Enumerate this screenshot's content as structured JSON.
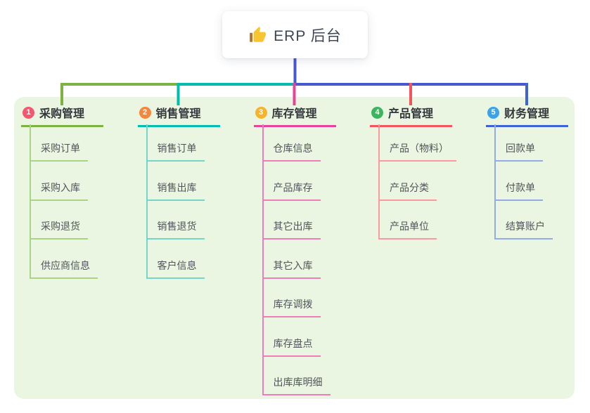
{
  "root": {
    "title": "ERP 后台",
    "icon": "thumbs-up-icon"
  },
  "colors": {
    "connector": "#4858d0",
    "panel_background": "#eaf6e2",
    "header_text": "#34383c",
    "child_text": "#50555a"
  },
  "branches": [
    {
      "index": "1",
      "label": "采购管理",
      "color": "#7cb342",
      "light_color": "#a9d483",
      "badge_color": "#f4586e",
      "children": [
        "采购订单",
        "采购入库",
        "采购退货",
        "供应商信息"
      ]
    },
    {
      "index": "2",
      "label": "销售管理",
      "color": "#00bdae",
      "light_color": "#74d5c8",
      "badge_color": "#f6863c",
      "children": [
        "销售订单",
        "销售出库",
        "销售退货",
        "客户信息"
      ]
    },
    {
      "index": "3",
      "label": "库存管理",
      "color": "#e8439a",
      "light_color": "#ef7dbc",
      "badge_color": "#f6b32c",
      "children": [
        "仓库信息",
        "产品库存",
        "其它出库",
        "其它入库",
        "库存调拨",
        "库存盘点",
        "出库库明细"
      ]
    },
    {
      "index": "4",
      "label": "产品管理",
      "color": "#f4545c",
      "light_color": "#f89aa0",
      "badge_color": "#3cb55f",
      "children": [
        "产品（物料）",
        "产品分类",
        "产品单位"
      ]
    },
    {
      "index": "5",
      "label": "财务管理",
      "color": "#3e63d7",
      "light_color": "#91ace7",
      "badge_color": "#3ba3e8",
      "children": [
        "回款单",
        "付款单",
        "结算账户"
      ]
    }
  ]
}
